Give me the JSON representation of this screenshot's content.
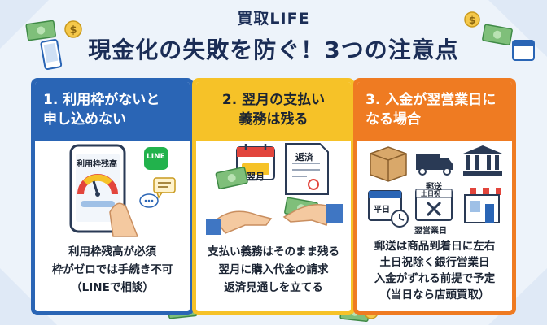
{
  "header": {
    "brand": "買取LIFE",
    "headline": "現金化の失敗を防ぐ！3つの注意点"
  },
  "cards": [
    {
      "title_lines": [
        "1. 利用枠がないと",
        "申し込めない"
      ],
      "illustration_labels": {
        "phone_screen": "利用枠残高",
        "chat_badge": "LINE"
      },
      "desc_lines": [
        "利用枠残高が必須",
        "枠がゼロでは手続き不可",
        "（LINEで相談）"
      ],
      "accent": "#2a65b5"
    },
    {
      "title_lines": [
        "2. 翌月の支払い",
        "義務は残る"
      ],
      "illustration_labels": {
        "calendar": "翌月",
        "document": "返済"
      },
      "desc_lines": [
        "支払い義務はそのまま残る",
        "翌月に購入代金の請求",
        "返済見通しを立てる"
      ],
      "accent": "#f6c228"
    },
    {
      "title_lines": [
        "3. 入金が翌営業日に",
        "なる場合"
      ],
      "illustration_labels": {
        "truck": "郵送",
        "calendar": "平日",
        "holiday_calendar": "土日祝",
        "business_day": "翌営業日"
      },
      "desc_lines": [
        "郵送は商品到着日に左右",
        "土日祝除く銀行営業日",
        "入金がずれる前提で予定",
        "（当日なら店頭買取）"
      ],
      "accent": "#ef7b22"
    }
  ],
  "icons": [
    "dollar-coin-icon",
    "cash-bill-icon",
    "smartphone-icon",
    "calendar-icon",
    "line-chat-icon",
    "chat-bubble-icon",
    "hand-icon",
    "document-icon",
    "package-icon",
    "truck-icon",
    "bank-icon",
    "clock-icon",
    "store-icon"
  ]
}
